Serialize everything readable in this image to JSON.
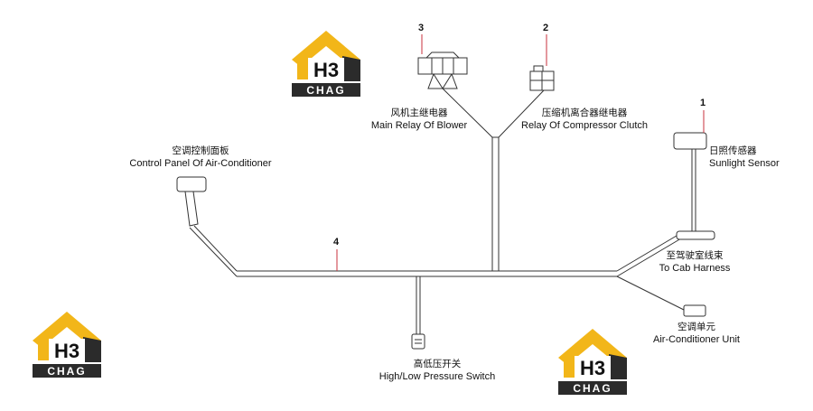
{
  "logo": {
    "text": "CHAG",
    "initials": "H3"
  },
  "callouts": {
    "c1": "1",
    "c2": "2",
    "c3": "3",
    "c4": "4"
  },
  "components": {
    "sunlight_sensor": {
      "zh": "日照传感器",
      "en": "Sunlight Sensor"
    },
    "compressor_relay": {
      "zh": "压缩机离合器继电器",
      "en": "Relay Of Compressor Clutch"
    },
    "blower_relay": {
      "zh": "风机主继电器",
      "en": "Main Relay Of Blower"
    },
    "control_panel": {
      "zh": "空调控制面板",
      "en": "Control Panel Of Air-Conditioner"
    },
    "cab_harness": {
      "zh": "至驾驶室线束",
      "en": "To Cab Harness"
    },
    "ac_unit": {
      "zh": "空调单元",
      "en": "Air-Conditioner Unit"
    },
    "pressure_switch": {
      "zh": "高低压开关",
      "en": "High/Low Pressure Switch"
    }
  },
  "colors": {
    "wire": "#333333",
    "callout_leader": "#c8323c",
    "logo_yellow": "#f2b619",
    "logo_dark": "#2b2b2b"
  }
}
